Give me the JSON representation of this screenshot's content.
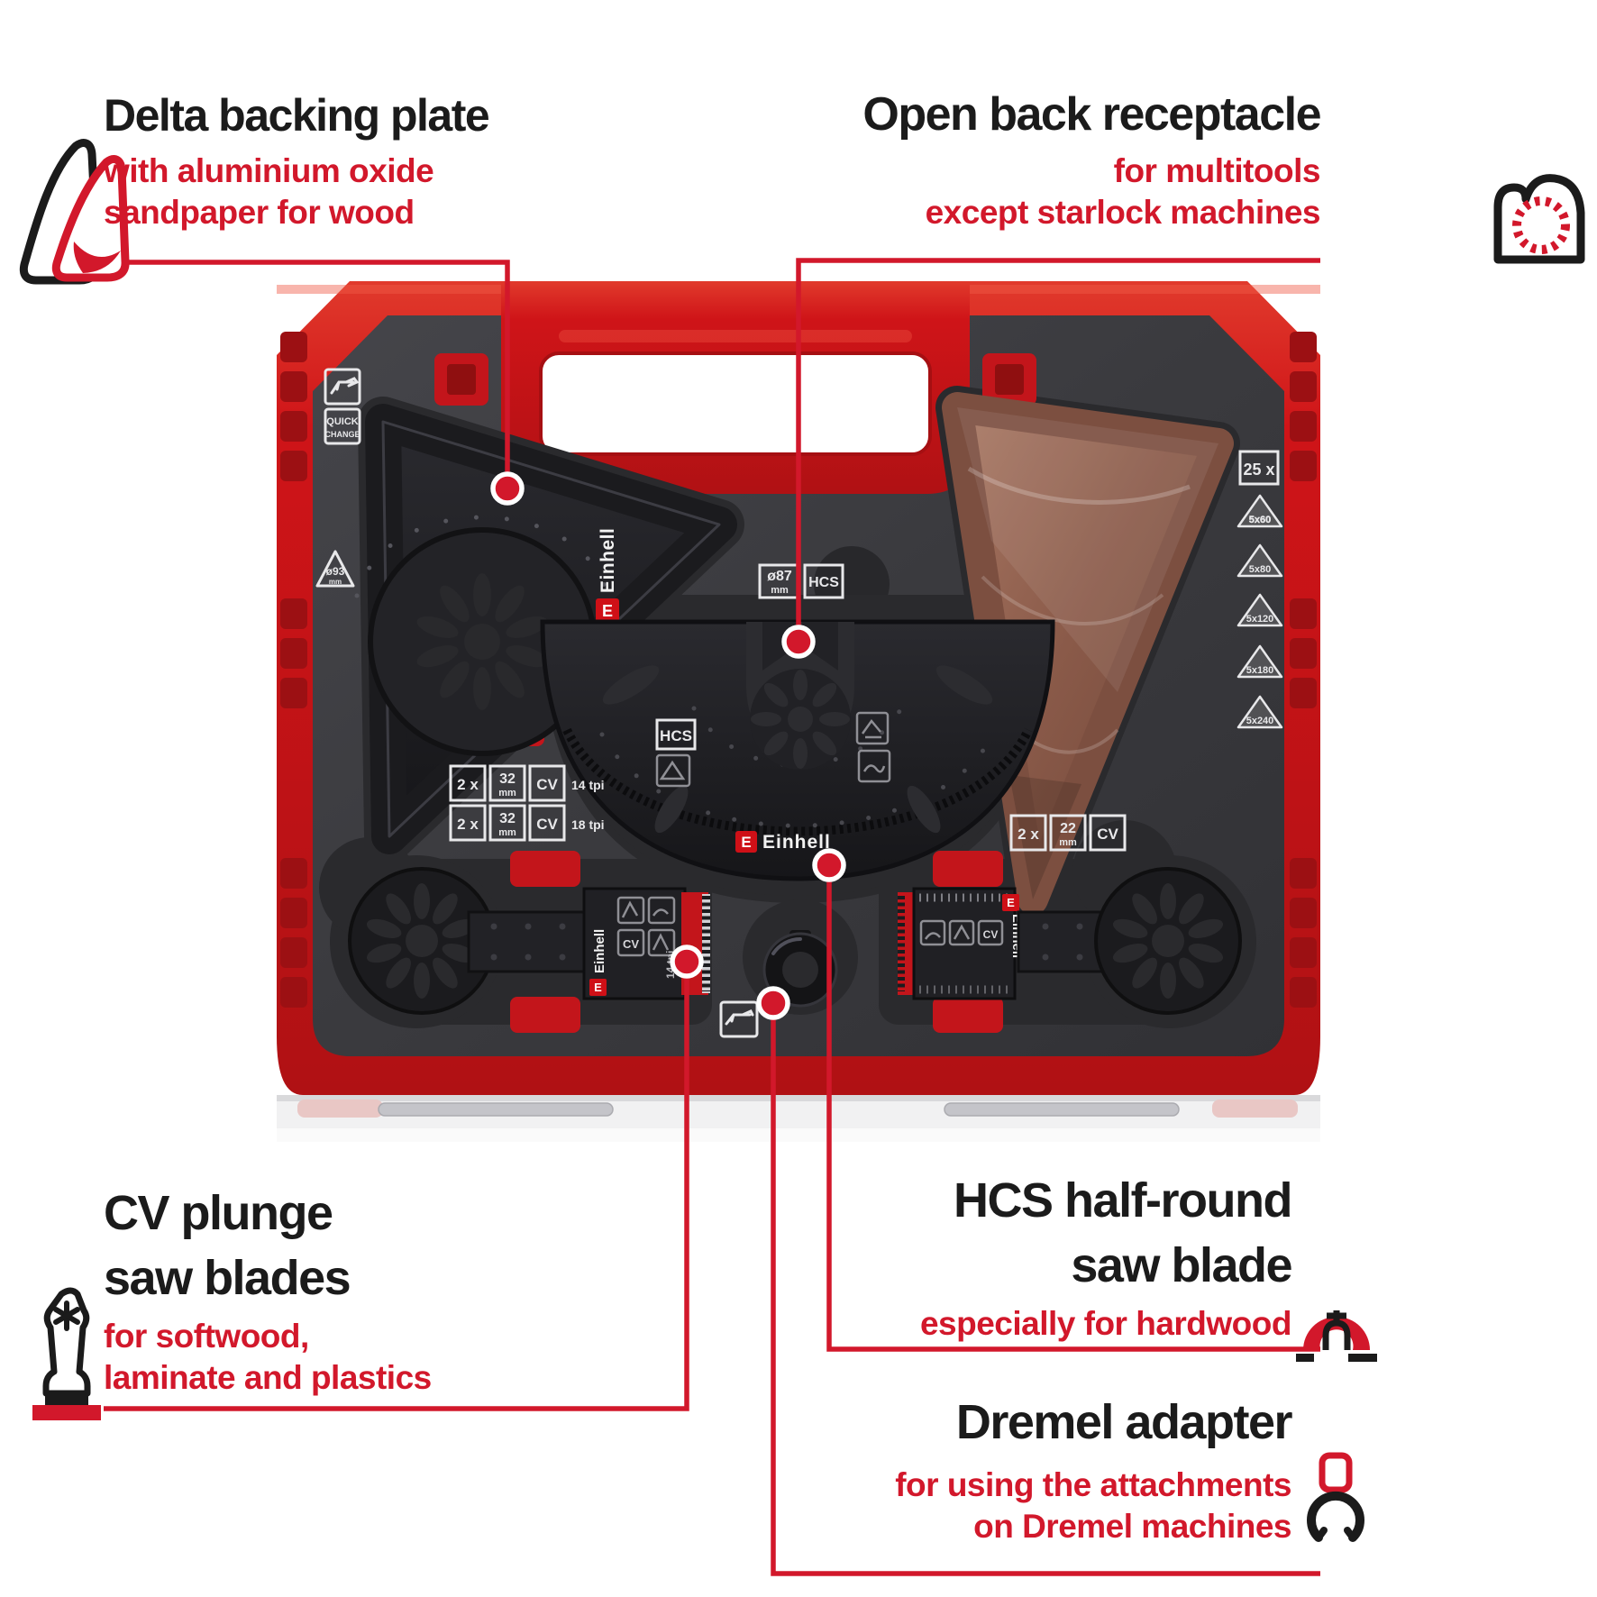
{
  "callouts": {
    "delta": {
      "title": "Delta backing plate",
      "sub1": "with aluminium oxide",
      "sub2": "sandpaper for wood"
    },
    "openback": {
      "title": "Open back receptacle",
      "sub1": "for multitools",
      "sub2": "except starlock machines"
    },
    "cv_plunge": {
      "title1": "CV plunge",
      "title2": "saw blades",
      "sub1": "for softwood,",
      "sub2": "laminate and plastics"
    },
    "hcs_blade": {
      "title1": "HCS half-round",
      "title2": "saw blade",
      "sub1": "especially for hardwood"
    },
    "dremel": {
      "title": "Dremel adapter",
      "sub1": "for using the attachments",
      "sub2": "on Dremel machines"
    }
  },
  "case": {
    "brand": "Einhell",
    "brand_e": "E",
    "labels": {
      "quick1": "QUICK",
      "quick2": "CHANGE",
      "d93": "ø93",
      "d93_unit": "mm",
      "d87": "ø87",
      "d87_unit": "mm",
      "d87_mat": "HCS",
      "count": "25 x",
      "grits": [
        "5x60",
        "5x80",
        "5x120",
        "5x180",
        "5x240"
      ],
      "row14": {
        "qty": "2 x",
        "size": "32",
        "unit": "mm",
        "mat": "CV",
        "tpi": "14 tpi"
      },
      "row18": {
        "qty": "2 x",
        "size": "32",
        "unit": "mm",
        "mat": "CV",
        "tpi": "18 tpi"
      },
      "row22": {
        "qty": "2 x",
        "size": "22",
        "unit": "mm",
        "mat": "CV"
      },
      "blade_hcs": "HCS",
      "blade_cv": "CV",
      "tpi14": "14 tpi"
    }
  },
  "colors": {
    "case_red": "#cf1418",
    "case_red_dark": "#9c1013",
    "callout_red": "#d2182b",
    "foam": "#3a3a3e",
    "pocket": "#2a2a2d",
    "tool_black": "#1b1b1e",
    "sandpaper": "#8a5a49",
    "label_white": "#e8e8ea",
    "text_black": "#1b1b1b"
  }
}
